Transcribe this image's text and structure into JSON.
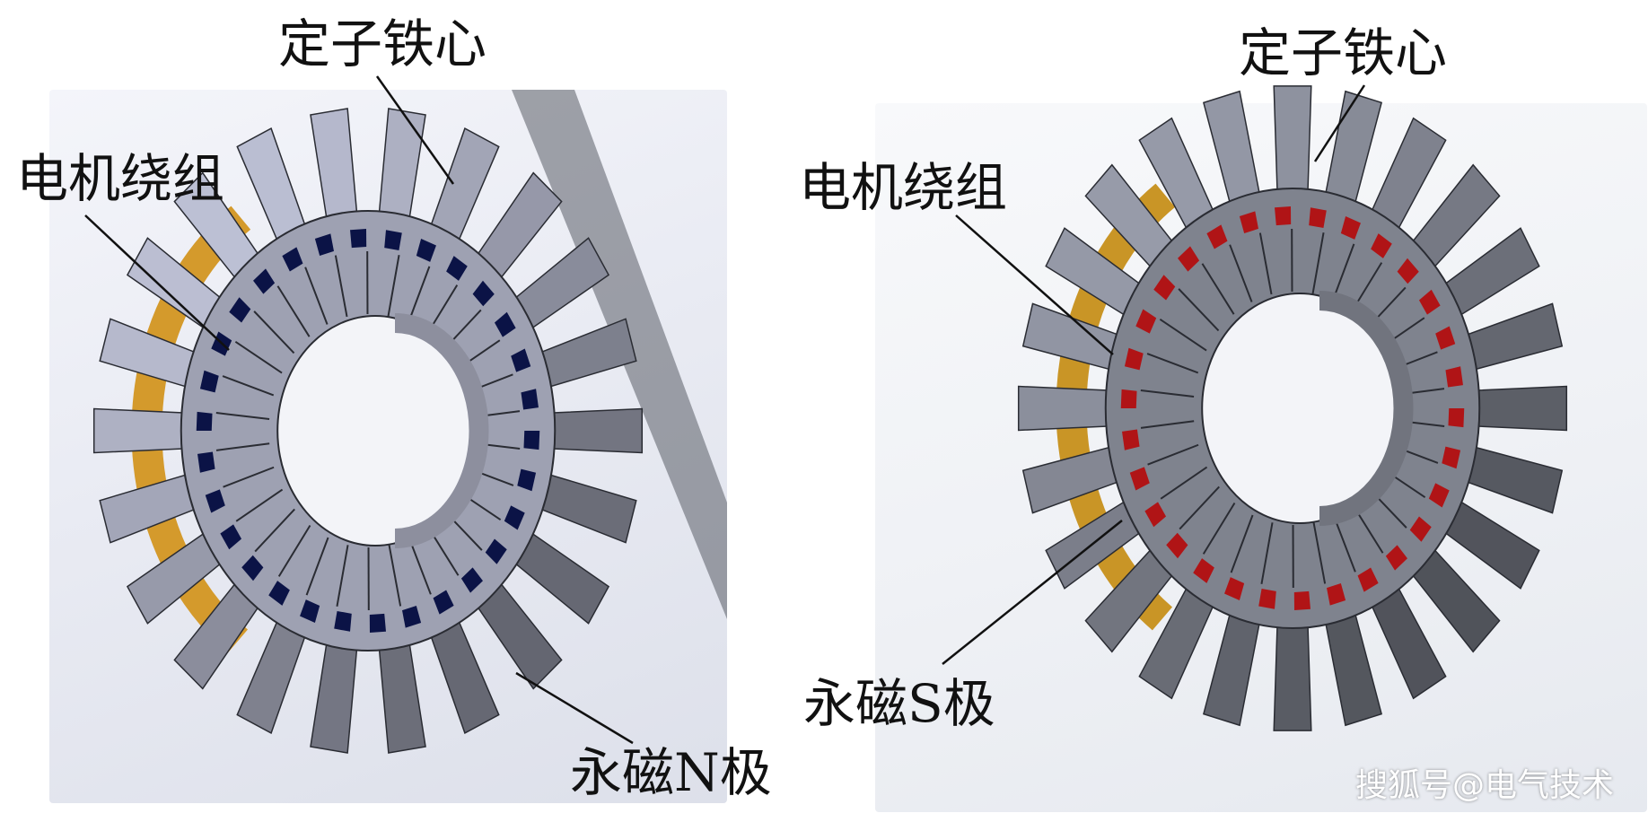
{
  "left_figure": {
    "labels": {
      "stator_core": "定子铁心",
      "winding": "电机绕组",
      "magnet_pole": "永磁N极"
    },
    "colors": {
      "magnet": "#0b1346",
      "winding": "#d49a2c",
      "core": "#b0b3c6"
    }
  },
  "right_figure": {
    "labels": {
      "stator_core": "定子铁心",
      "winding": "电机绕组",
      "magnet_pole": "永磁S极"
    },
    "colors": {
      "magnet": "#b01416",
      "winding": "#c99526",
      "core": "#8d919e"
    }
  },
  "watermark": "搜狐号@电气技术"
}
